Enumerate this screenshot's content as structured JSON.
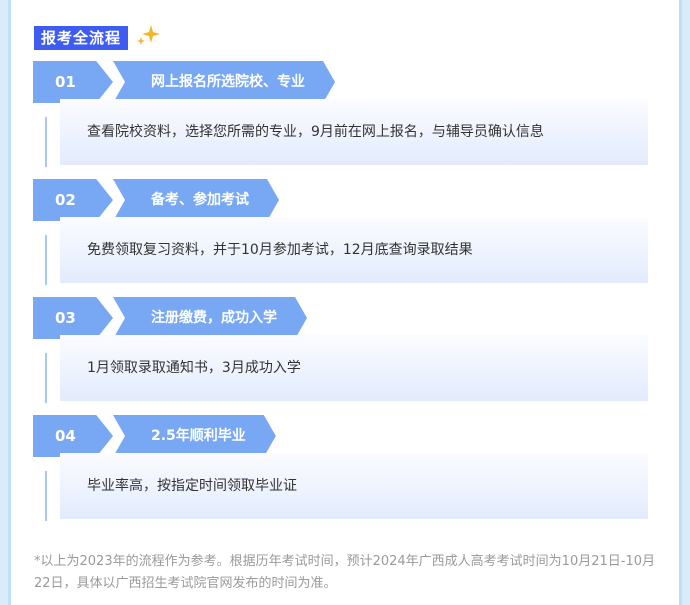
{
  "header": {
    "title": "报考全流程"
  },
  "steps": [
    {
      "num": "01",
      "title": "网上报名所选院校、专业",
      "desc": "查看院校资料，选择您所需的专业，9月前在网上报名，与辅导员确认信息"
    },
    {
      "num": "02",
      "title": "备考、参加考试",
      "desc": "免费领取复习资料，并于10月参加考试，12月底查询录取结果"
    },
    {
      "num": "03",
      "title": "注册缴费，成功入学",
      "desc": "1月领取录取通知书，3月成功入学"
    },
    {
      "num": "04",
      "title": "2.5年顺利毕业",
      "desc": "毕业率高，按指定时间领取毕业证"
    }
  ],
  "footnote": "*以上为2023年的流程作为参考。根据历年考试时间，预计2024年广西成人高考考试时间为10月21日-10月22日，具体以广西招生考试院官网发布的时间为准。",
  "colors": {
    "badge": "#3f5cf2",
    "step_tag": "#78a8f3",
    "sparkle": "#f5b52a"
  }
}
